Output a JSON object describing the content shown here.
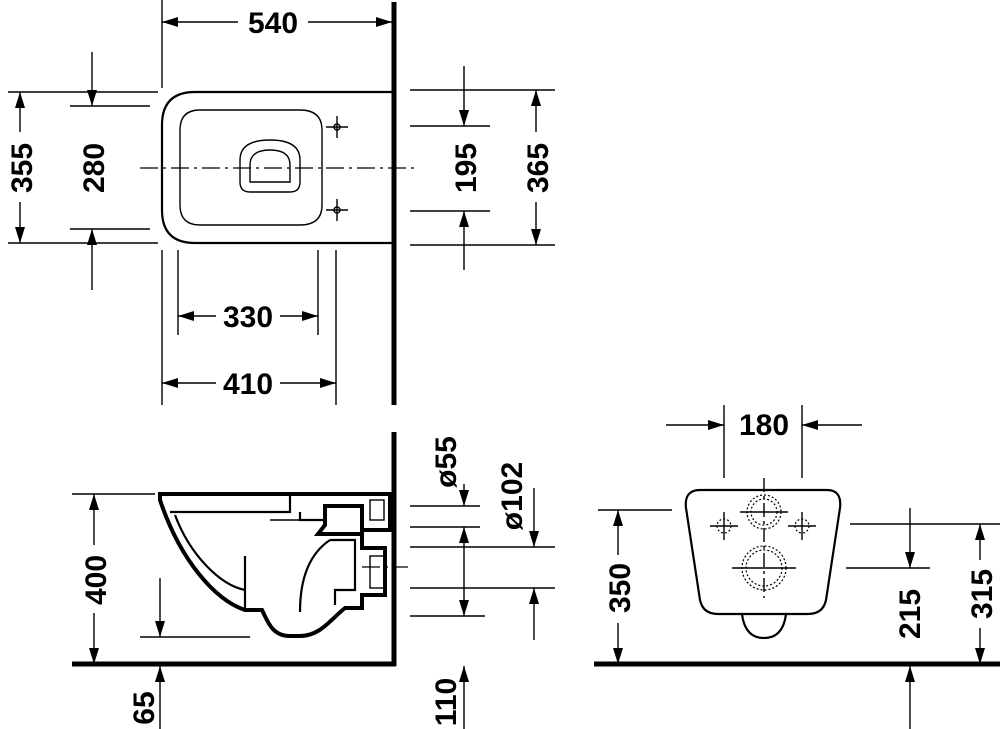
{
  "dimensions": {
    "top_width_total": "540",
    "top_height_outer": "355",
    "top_height_inner": "280",
    "top_fix_spacing": "195",
    "top_fix_outer": "365",
    "top_inner_length": "330",
    "top_outer_length": "410",
    "side_height": "400",
    "side_floor_offset": "65",
    "side_pipe_small": "ø55",
    "side_pipe_large": "ø102",
    "side_bottom": "110",
    "rear_fix_spacing": "180",
    "rear_height": "350",
    "rear_outlet_height": "215",
    "rear_fix_height": "315"
  }
}
